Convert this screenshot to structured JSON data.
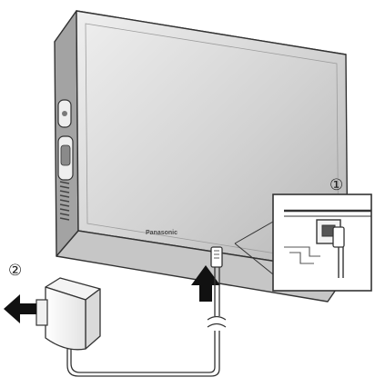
{
  "device": {
    "brand": "Panasonic"
  },
  "callouts": {
    "step1": "①",
    "step2": "②"
  },
  "colors": {
    "line": "#333333",
    "device_face_light": "#e9e9e9",
    "device_face_dark": "#b9b9b9",
    "device_top": "#d4d4d4",
    "device_side": "#9a9a9a",
    "arrow": "#111111",
    "background": "#ffffff"
  }
}
